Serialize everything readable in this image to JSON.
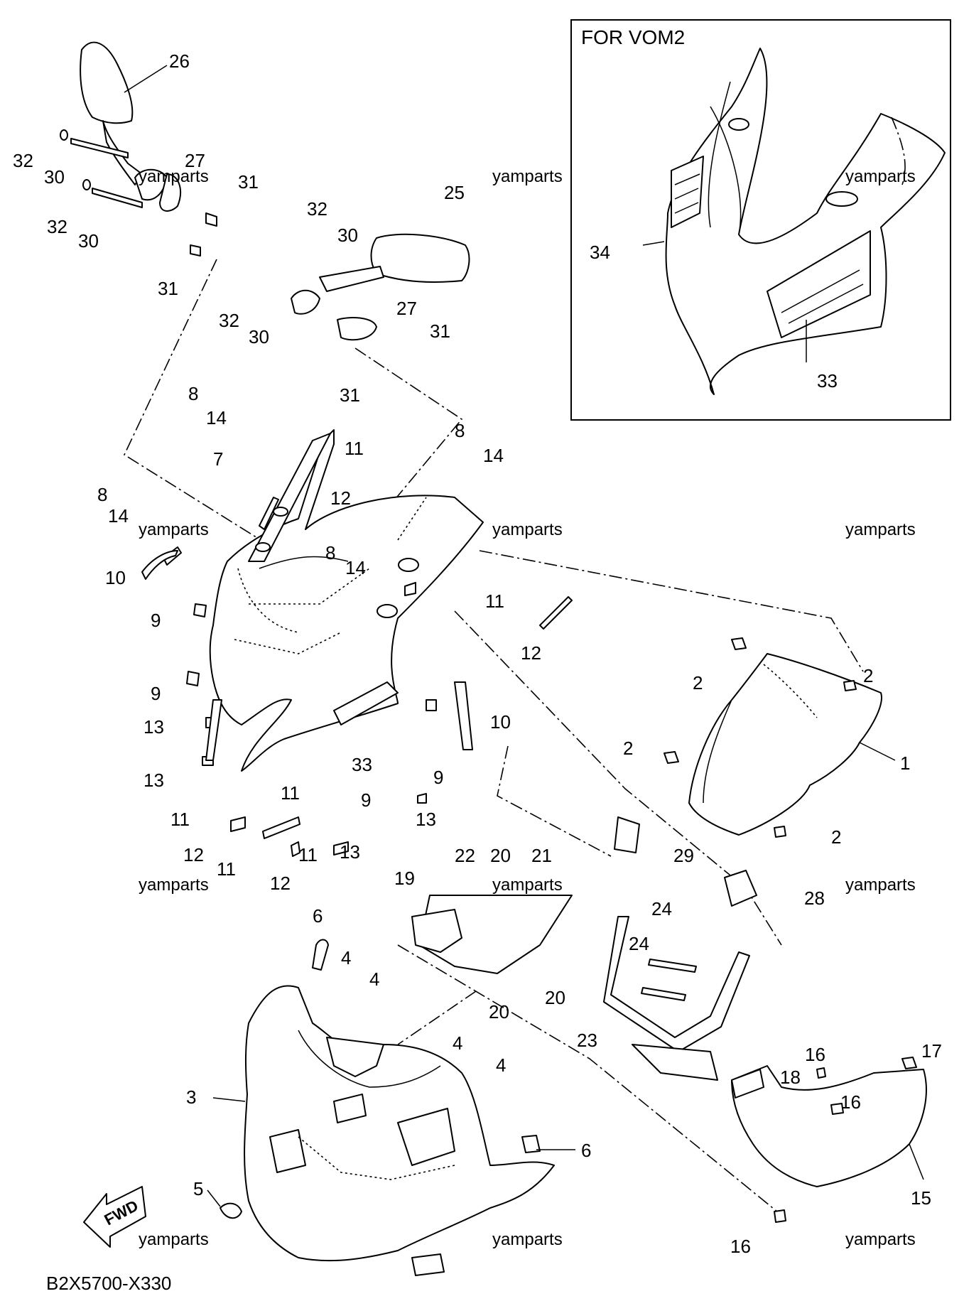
{
  "diagram_code": "B2X5700-X330",
  "inset": {
    "title": "FOR VOM2"
  },
  "fwd_label": "FWD",
  "watermark": "yamparts",
  "callouts": {
    "c26": "26",
    "c32a": "32",
    "c30a": "30",
    "c27a": "27",
    "c31a": "31",
    "c32b": "32",
    "c30b": "30",
    "c31b": "31",
    "c25": "25",
    "c32c": "32",
    "c30c": "30",
    "c32d": "32",
    "c30d": "30",
    "c27b": "27",
    "c31c": "31",
    "c31d": "31",
    "c8a": "8",
    "c14a": "14",
    "c7": "7",
    "c11a": "11",
    "c8b": "8",
    "c14b": "14",
    "c12a": "12",
    "c8c": "8",
    "c14c": "14",
    "c8d": "8",
    "c14d": "14",
    "c10a": "10",
    "c9a": "9",
    "c11b": "11",
    "c12b": "12",
    "c9b": "9",
    "c13a": "13",
    "c10b": "10",
    "c13b": "13",
    "c33a": "33",
    "c9c": "9",
    "c9d": "9",
    "c11c": "11",
    "c11d": "11",
    "c13c": "13",
    "c12c": "12",
    "c11e": "11",
    "c12d": "12",
    "c11f": "11",
    "c13d": "13",
    "c2a": "2",
    "c2b": "2",
    "c1": "1",
    "c2c": "2",
    "c2d": "2",
    "c34": "34",
    "c33b": "33",
    "c22": "22",
    "c20a": "20",
    "c21": "21",
    "c19": "19",
    "c29": "29",
    "c28": "28",
    "c6a": "6",
    "c4a": "4",
    "c4b": "4",
    "c20b": "20",
    "c20c": "20",
    "c24a": "24",
    "c24b": "24",
    "c23": "23",
    "c4c": "4",
    "c4d": "4",
    "c3": "3",
    "c5": "5",
    "c6b": "6",
    "c16a": "16",
    "c17": "17",
    "c18": "18",
    "c16b": "16",
    "c15": "15",
    "c16c": "16"
  },
  "colors": {
    "line": "#000000",
    "background": "#ffffff"
  }
}
